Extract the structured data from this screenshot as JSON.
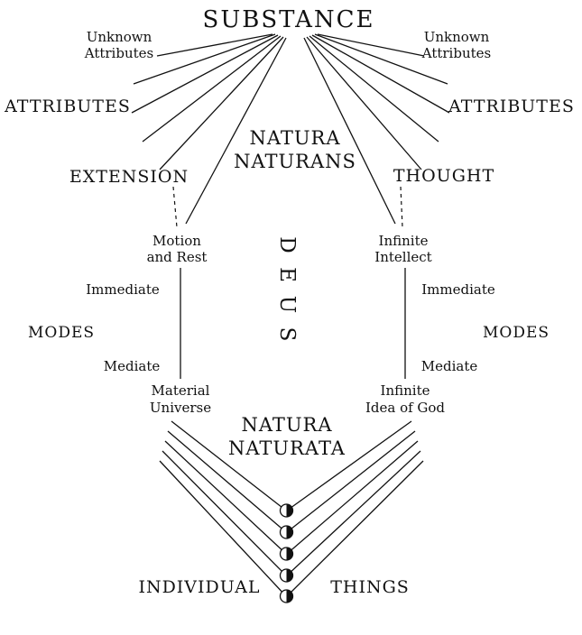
{
  "diagram": {
    "substance": "SUBSTANCE",
    "natura_naturans_line1": "NATURA",
    "natura_naturans_line2": "NATURANS",
    "natura_naturata_line1": "NATURA",
    "natura_naturata_line2": "NATURATA",
    "deus": {
      "l1": "D",
      "l2": "E",
      "l3": "U",
      "l4": "S"
    },
    "left": {
      "unknown_line1": "Unknown",
      "unknown_line2": "Attributes",
      "attributes": "ATTRIBUTES",
      "attribute_name": "EXTENSION",
      "immediate_mode_line1": "Motion",
      "immediate_mode_line2": "and Rest",
      "immediate_label": "Immediate",
      "modes_label": "MODES",
      "mediate_label": "Mediate",
      "mediate_mode_line1": "Material",
      "mediate_mode_line2": "Universe"
    },
    "right": {
      "unknown_line1": "Unknown",
      "unknown_line2": "Attributes",
      "attributes": "ATTRIBUTES",
      "attribute_name": "THOUGHT",
      "immediate_mode_line1": "Infinite",
      "immediate_mode_line2": "Intellect",
      "immediate_label": "Immediate",
      "modes_label": "MODES",
      "mediate_label": "Mediate",
      "mediate_mode_line1": "Infinite",
      "mediate_mode_line2": "Idea of God"
    },
    "bottom": {
      "individual": "INDIVIDUAL",
      "things": "THINGS"
    }
  }
}
